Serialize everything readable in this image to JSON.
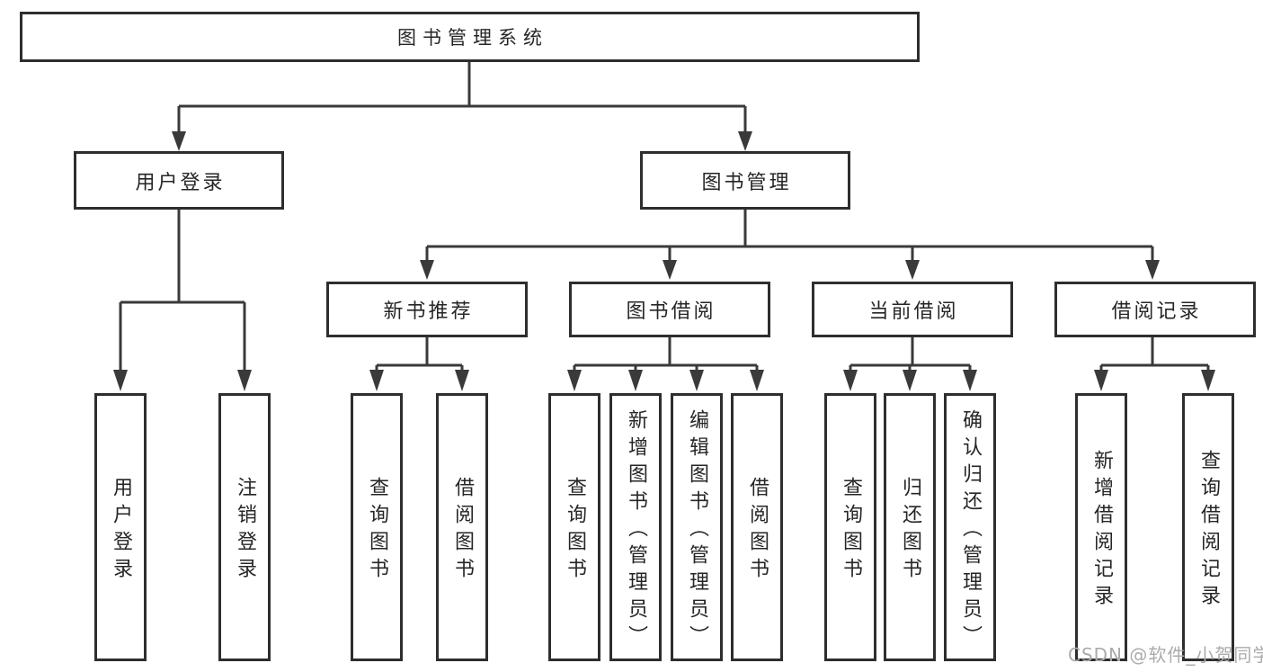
{
  "tree": {
    "root": {
      "label": "图书管理系统",
      "children": [
        {
          "label": "用户登录",
          "children": [
            {
              "label": "用户登录"
            },
            {
              "label": "注销登录"
            }
          ]
        },
        {
          "label": "图书管理",
          "children": [
            {
              "label": "新书推荐",
              "children": [
                {
                  "label": "查询图书"
                },
                {
                  "label": "借阅图书"
                }
              ]
            },
            {
              "label": "图书借阅",
              "children": [
                {
                  "label": "查询图书"
                },
                {
                  "label": "新增图书（管理员）"
                },
                {
                  "label": "编辑图书（管理员）"
                },
                {
                  "label": "借阅图书"
                }
              ]
            },
            {
              "label": "当前借阅",
              "children": [
                {
                  "label": "查询图书"
                },
                {
                  "label": "归还图书"
                },
                {
                  "label": "确认归还（管理员）"
                }
              ]
            },
            {
              "label": "借阅记录",
              "children": [
                {
                  "label": "新增借阅记录"
                },
                {
                  "label": "查询借阅记录"
                }
              ]
            }
          ]
        }
      ]
    }
  },
  "watermark": {
    "text": "CSDN @软件_小贺同学"
  },
  "colors": {
    "line": "#3a3a3a",
    "box_border": "#2e2e2e",
    "text": "#262626",
    "watermark": "#ababab",
    "background": "#ffffff"
  }
}
